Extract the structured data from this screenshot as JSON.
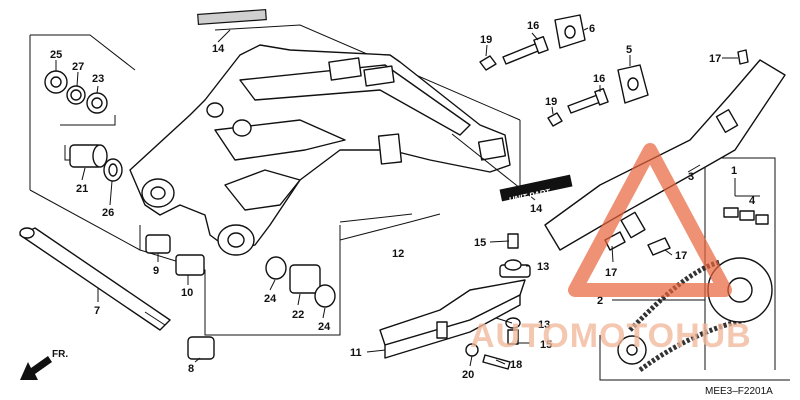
{
  "callouts": {
    "c25": "25",
    "c27": "27",
    "c23": "23",
    "c21": "21",
    "c26": "26",
    "c14a": "14",
    "c14b": "14",
    "c19a": "19",
    "c19b": "19",
    "c16a": "16",
    "c16b": "16",
    "c6": "6",
    "c5": "5",
    "c17a": "17",
    "c17b": "17",
    "c17c": "17",
    "c3": "3",
    "c1": "1",
    "c4": "4",
    "c12": "12",
    "c15a": "15",
    "c15b": "15",
    "c13a": "13",
    "c13b": "13",
    "c9": "9",
    "c10": "10",
    "c7": "7",
    "c24a": "24",
    "c24b": "24",
    "c22": "22",
    "c8": "8",
    "c2": "2",
    "c11": "11",
    "c20": "20",
    "c18": "18"
  },
  "direction_label": "FR.",
  "unit_label": "UNIT PART",
  "diagram_code": "MEE3–F2201A",
  "watermark": {
    "text": "AUTOMOTOHUB",
    "color": "#e8623a"
  }
}
